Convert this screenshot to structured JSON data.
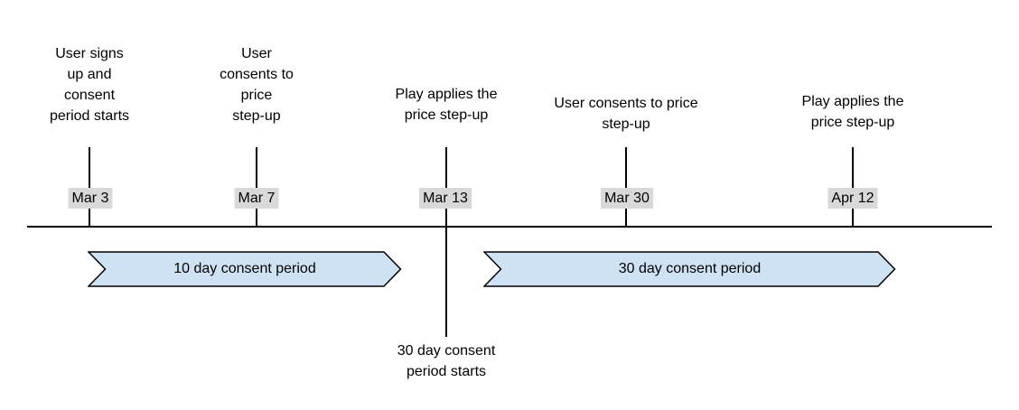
{
  "diagram": {
    "title_semantics": "Price step-up consent period timeline",
    "events": [
      {
        "label": "User signs\nup and\nconsent\nperiod starts",
        "date": "Mar 3"
      },
      {
        "label": "User\nconsents to\nprice\nstep-up",
        "date": "Mar 7"
      },
      {
        "label": "Play applies the\nprice step-up",
        "date": "Mar 13"
      },
      {
        "label": "User consents to price\nstep-up",
        "date": "Mar 30"
      },
      {
        "label": "Play applies the\nprice step-up",
        "date": "Apr 12"
      }
    ],
    "periods": [
      {
        "label": "10 day consent period"
      },
      {
        "label": "30 day consent period"
      }
    ],
    "note": "30 day consent\nperiod starts",
    "colors": {
      "period_fill": "#cfe2f3",
      "period_border": "#000000",
      "date_badge_bg": "#d9d9d9",
      "axis_line": "#000000",
      "text": "#000000"
    }
  }
}
